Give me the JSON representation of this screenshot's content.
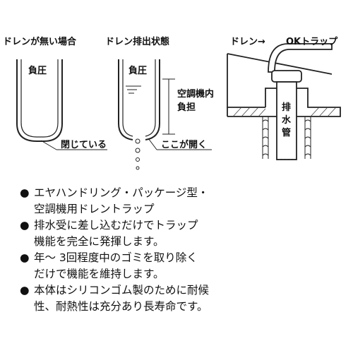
{
  "diagram": {
    "left": {
      "title": "ドレンが無い場合",
      "pressure": "負圧",
      "closed": "閉じている"
    },
    "middle": {
      "title": "ドレン排出状態",
      "pressure": "負圧",
      "load_line1": "空調機内",
      "load_line2": "負担",
      "opens": "ここが開く"
    },
    "right": {
      "drain": "ドレン→",
      "trap": "OKトラップ",
      "pipe_chars": [
        "排",
        "水",
        "管"
      ]
    }
  },
  "features": {
    "bullet": "●",
    "items": [
      {
        "lines": [
          "エヤハンドリング・パッケージ型・",
          "空調機用ドレントラップ"
        ]
      },
      {
        "lines": [
          "排水受に差し込むだけでトラップ",
          "機能を完全に発揮します。"
        ]
      },
      {
        "lines": [
          "年～ 3回程度中のゴミを取り除く",
          "だけで機能を維持します。"
        ]
      },
      {
        "lines": [
          "本体はシリコンゴム製のために耐候",
          "性、耐熱性は充分あり長寿命です。"
        ]
      }
    ]
  }
}
